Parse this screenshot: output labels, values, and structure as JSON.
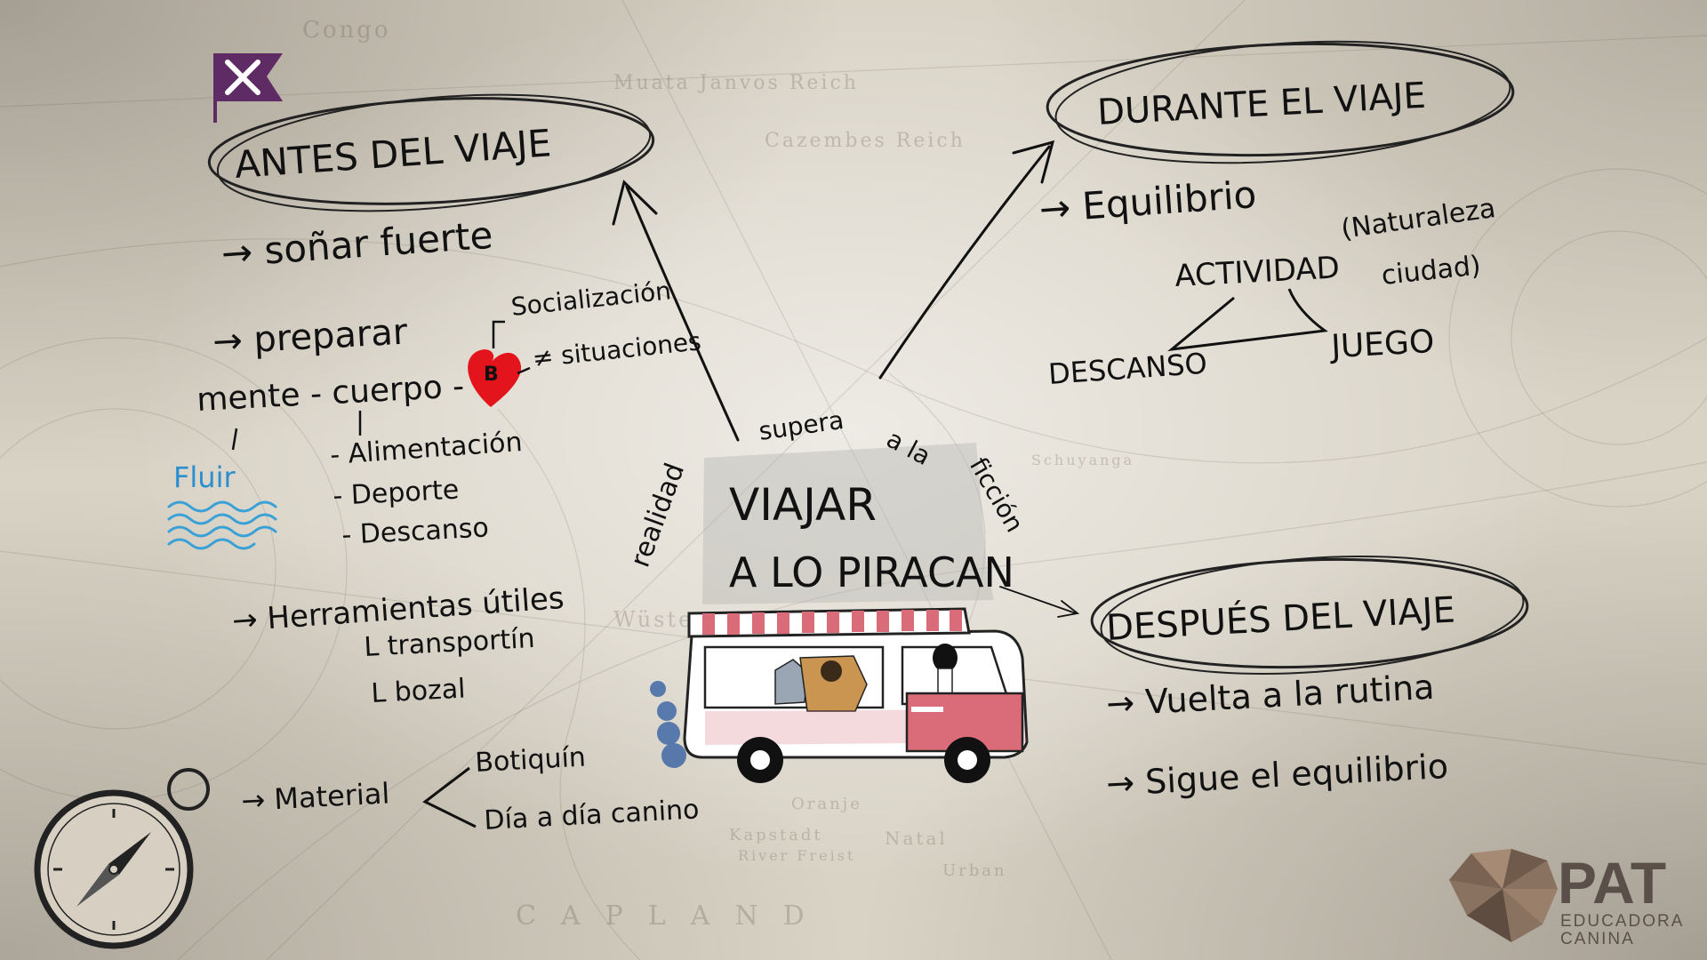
{
  "background_labels": [
    "Congo",
    "Muata Janvos Reich",
    "Cazembes Reich",
    "Wüste",
    "Natal",
    "Urban",
    "Kapstadt",
    "River Freist",
    "Oranje",
    "Schuyanga",
    "CAPLAND"
  ],
  "center": {
    "title_line1": "VIAJAR",
    "title_line2": "A LO PIRACAN",
    "arc_words": [
      "realidad",
      "supera",
      "a la",
      "ficción"
    ]
  },
  "before": {
    "heading": "ANTES DEL VIAJE",
    "sonar": "→ soñar fuerte",
    "preparar": "→ preparar",
    "mente_cuerpo": "mente - cuerpo -",
    "fluir": "Fluir",
    "body_items": [
      "- Alimentación",
      "- Deporte",
      "- Descanso"
    ],
    "heart_items": [
      "Socialización",
      "≠ situaciones"
    ],
    "herramientas": "→ Herramientas útiles",
    "herramientas_items": [
      "L transportín",
      "L bozal"
    ],
    "material": "→ Material",
    "material_items": [
      "Botiquín",
      "Día a día canino"
    ]
  },
  "during": {
    "heading": "DURANTE EL VIAJE",
    "equilibrio": "→ Equilibrio",
    "actividad": "ACTIVIDAD",
    "actividad_note_1": "(Naturaleza",
    "actividad_note_2": "ciudad)",
    "descanso": "DESCANSO",
    "juego": "JUEGO"
  },
  "after": {
    "heading": "DESPUÉS DEL VIAJE",
    "items": [
      "→ Vuelta a la rutina",
      "→ Sigue el equilibrio"
    ]
  },
  "brand": {
    "name": "PAT",
    "line1": "EDUCADORA",
    "line2": "CANINA"
  },
  "icons": [
    "flag-logo-icon",
    "heart-icon",
    "waves-icon",
    "van-illustration",
    "compass-icon",
    "pat-logo-icon"
  ],
  "colors": {
    "ink": "#111111",
    "heart": "#e3141b",
    "waves": "#3aa0d8",
    "flag": "#5e2b64",
    "van_body": "#d96c78",
    "logo": "#5b5049"
  }
}
